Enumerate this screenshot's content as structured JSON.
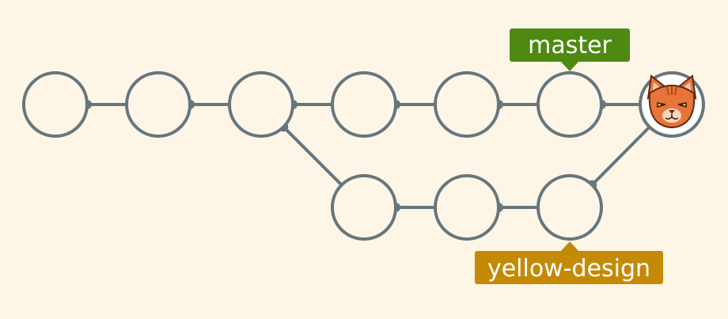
{
  "diagram": {
    "commits": [
      {
        "id": "c1"
      },
      {
        "id": "c2"
      },
      {
        "id": "c3"
      },
      {
        "id": "c4"
      },
      {
        "id": "c5"
      },
      {
        "id": "c6"
      },
      {
        "id": "c7",
        "icon": "cat-face-icon"
      },
      {
        "id": "b1"
      },
      {
        "id": "b2"
      },
      {
        "id": "b3"
      }
    ],
    "links": [
      [
        "c1",
        "c2"
      ],
      [
        "c2",
        "c3"
      ],
      [
        "c3",
        "c4"
      ],
      [
        "c4",
        "c5"
      ],
      [
        "c5",
        "c6"
      ],
      [
        "c6",
        "c7"
      ],
      [
        "c3",
        "b1"
      ],
      [
        "b1",
        "b2"
      ],
      [
        "b2",
        "b3"
      ],
      [
        "b3",
        "c7"
      ]
    ],
    "branches": [
      {
        "name": "master",
        "points_to": "c6",
        "color": "#4e8a12"
      },
      {
        "name": "yellow-design",
        "points_to": "b3",
        "color": "#c48a06"
      }
    ],
    "colors": {
      "background": "#fdf6e6",
      "node_stroke": "#66767d",
      "node_fill": "#fdf6e6",
      "cat_orange": "#e8743a"
    }
  }
}
